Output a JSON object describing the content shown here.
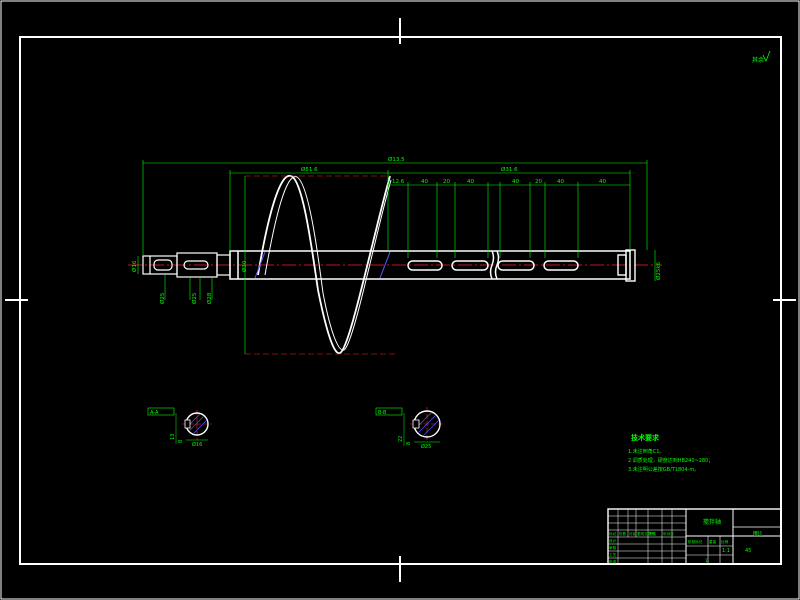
{
  "colors": {
    "background": "#000000",
    "frame": "#ffffff",
    "dimension": "#00ff00",
    "centerline": "#ff2020",
    "hatch": "#5a5aff",
    "part": "#ffffff"
  },
  "drawing": {
    "roughness_mark": "其余",
    "dimensions": {
      "overall_length": "Ø13.5",
      "helix_length": "Ø51.6",
      "right_length": "Ø31.6",
      "seg_1": "12.6",
      "seg_2": "40",
      "seg_3": "20",
      "seg_4": "40",
      "seg_5": "40",
      "seg_6": "20",
      "seg_7": "40",
      "seg_8": "40",
      "dia_left_end": "Ø16",
      "dia_main": "Ø30",
      "dia_right_end": "Ø25k6",
      "dia_under_1": "Ø25",
      "dia_under_2": "Ø25",
      "dia_under_3": "Ø28"
    },
    "section_a": {
      "label": "A-A",
      "dim_depth": "13",
      "dim_width": "8",
      "dim_dia": "Ø16"
    },
    "section_b": {
      "label": "B-B",
      "dim_depth": "22",
      "dim_width": "8",
      "dim_dia": "Ø25"
    }
  },
  "notes": {
    "title": "技术要求",
    "items": [
      "1.未注倒角C1。",
      "2.调质处理，硬度达到HB240~280；",
      "3.未注明公差按GB/T1804-m。"
    ]
  },
  "title_block": {
    "part_name": "搅拌轴",
    "drawing_no": "图1",
    "scale": "1:1",
    "material": "45",
    "sheet": "1",
    "company": "",
    "header_labels": [
      "标记",
      "处数",
      "分区",
      "更改文件号",
      "签名",
      "年月日"
    ],
    "row_labels": [
      "设计",
      "审核",
      "工艺",
      "批准"
    ],
    "small_labels": [
      "阶段标记",
      "重量",
      "比例"
    ]
  }
}
